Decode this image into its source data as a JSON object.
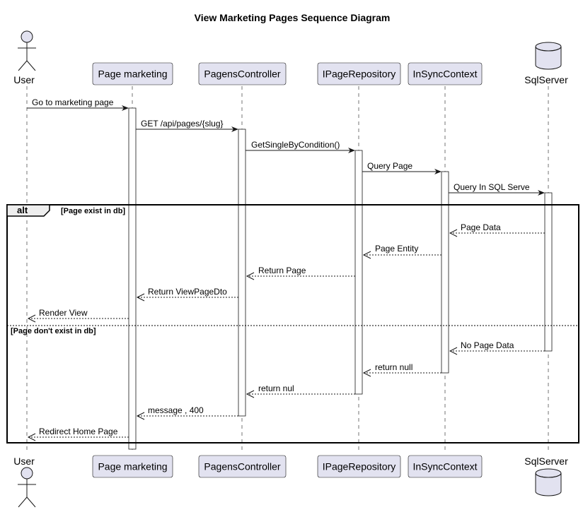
{
  "title": "View Marketing Pages Sequence Diagram",
  "participants": [
    {
      "id": "user",
      "label": "User",
      "kind": "actor"
    },
    {
      "id": "page",
      "label": "Page marketing",
      "kind": "participant"
    },
    {
      "id": "ctrl",
      "label": "PagensController",
      "kind": "participant"
    },
    {
      "id": "repo",
      "label": "IPageRepository",
      "kind": "participant"
    },
    {
      "id": "ctx",
      "label": "InSyncContext",
      "kind": "participant"
    },
    {
      "id": "sql",
      "label": "SqlServer",
      "kind": "database"
    }
  ],
  "messages": [
    {
      "label": "Go to marketing page",
      "from": "user",
      "to": "page",
      "style": "solid"
    },
    {
      "label": "GET /api/pages/{slug}",
      "from": "page",
      "to": "ctrl",
      "style": "solid"
    },
    {
      "label": "GetSingleByCondition()",
      "from": "ctrl",
      "to": "repo",
      "style": "solid"
    },
    {
      "label": "Query Page",
      "from": "repo",
      "to": "ctx",
      "style": "solid"
    },
    {
      "label": "Query In SQL Serve",
      "from": "ctx",
      "to": "sql",
      "style": "solid"
    },
    {
      "label": "Page Data",
      "from": "sql",
      "to": "ctx",
      "style": "dashed"
    },
    {
      "label": "Page Entity",
      "from": "ctx",
      "to": "repo",
      "style": "dashed"
    },
    {
      "label": "Return Page",
      "from": "repo",
      "to": "ctrl",
      "style": "dashed"
    },
    {
      "label": "Return ViewPageDto",
      "from": "ctrl",
      "to": "page",
      "style": "dashed"
    },
    {
      "label": "Render View",
      "from": "page",
      "to": "user",
      "style": "dashed"
    },
    {
      "label": "No Page Data",
      "from": "sql",
      "to": "ctx",
      "style": "dashed"
    },
    {
      "label": "return null",
      "from": "ctx",
      "to": "repo",
      "style": "dashed"
    },
    {
      "label": "return nul",
      "from": "repo",
      "to": "ctrl",
      "style": "dashed"
    },
    {
      "label": "message , 400",
      "from": "ctrl",
      "to": "page",
      "style": "dashed"
    },
    {
      "label": "Redirect Home Page",
      "from": "page",
      "to": "user",
      "style": "dashed"
    }
  ],
  "fragment": {
    "operator": "alt",
    "conditions": [
      "[Page exist in db]",
      "[Page don't exist in db]"
    ]
  }
}
